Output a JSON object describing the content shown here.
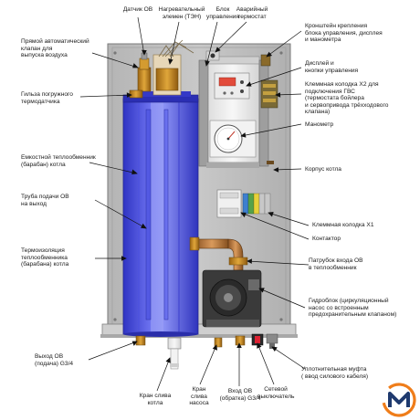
{
  "labels": {
    "sensor": "Датчик ОВ",
    "heater": "Нагревательный\nэлемен (ТЭН)",
    "control_block": "Блок\nуправления",
    "emergency_thermostat": "Аварийный\nтермостат",
    "bracket": "Кронштейн крепления\nблока управления, дисплея\nи манометра",
    "air_valve": "Прямой автоматический\nклапан для\nвыпуска воздуха",
    "display": "Дисплей и\nкнопки управления",
    "terminal_x2": "Клеммная колодка Х2 для\nподключения  ГВС\n(термостата бойлера\nи сервопривода трёхходового\nклапана)",
    "sleeve": "Гильза погружного\nтермодатчика",
    "manometer": "Манометр",
    "tank": "Емкостной теплообменник\n(барабан) котла",
    "body": "Корпус котла",
    "supply_pipe": "Труба подачи ОВ\nна выход",
    "terminal_x1": "Клеммная колодка Х1",
    "contactor": "Контактор",
    "insulation": "Термоизоляция\nтеплообменника\n(барабана) котла",
    "inlet_pipe": "Патрубок входа ОВ\nв теплообменник",
    "hydroblock": "Гидроблок (циркуляционный\nнасос со встроенным\nпредохранительным клапаном)",
    "outlet": "Выход ОВ\n(подача) G3/4",
    "gland": "Уплотнительная муфта\n( ввод силового кабеля)",
    "drain_boiler": "Кран слива\nкотла",
    "drain_pump": "Кран\nслива\nнасоса",
    "inlet": "Вход ОВ\n(обратка) G3/4",
    "switch": "Сетевой\nвыключатель"
  },
  "colors": {
    "tank_blue": "#3f43d8",
    "tank_light": "#8d92f2",
    "panel": "#bdbdbd",
    "brass": "#c98a1c",
    "copper": "#b7793a",
    "logo_orange": "#ef7d1a",
    "logo_navy": "#1f3a6e"
  },
  "logo": {
    "icon": "m-logo-icon"
  }
}
